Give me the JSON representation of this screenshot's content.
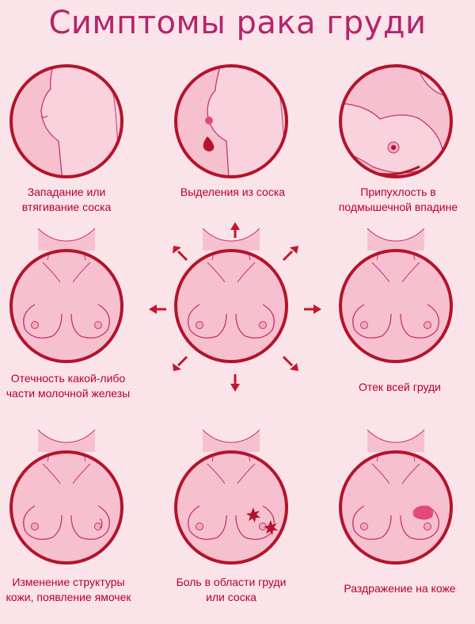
{
  "title": "Симптомы рака груди",
  "colors": {
    "ring": "#b3142a",
    "skin": "#f6c0cf",
    "line": "#c4356e",
    "caption": "#b8002a",
    "title": "#b5246b",
    "background": "#fbe3ea"
  },
  "symptoms": [
    {
      "label": "Западание или втягивание соска",
      "icon": "breast-profile-retracted-nipple-icon"
    },
    {
      "label": "Выделения из соска",
      "icon": "nipple-discharge-drop-icon"
    },
    {
      "label": "Припухлость в подмышечной впадине",
      "icon": "armpit-swelling-icon"
    },
    {
      "label": "Отечность какой-либо части молочной железы",
      "icon": "partial-swelling-icon"
    },
    {
      "label": "Отек всей груди",
      "icon": "whole-breast-swelling-icon"
    },
    {
      "label": "Изменение структуры кожи, появление ямочек",
      "icon": "skin-dimpling-icon"
    },
    {
      "label": "Боль в области груди или соска",
      "icon": "pain-star-icon"
    },
    {
      "label": "Раздражение на коже",
      "icon": "skin-irritation-icon"
    }
  ]
}
